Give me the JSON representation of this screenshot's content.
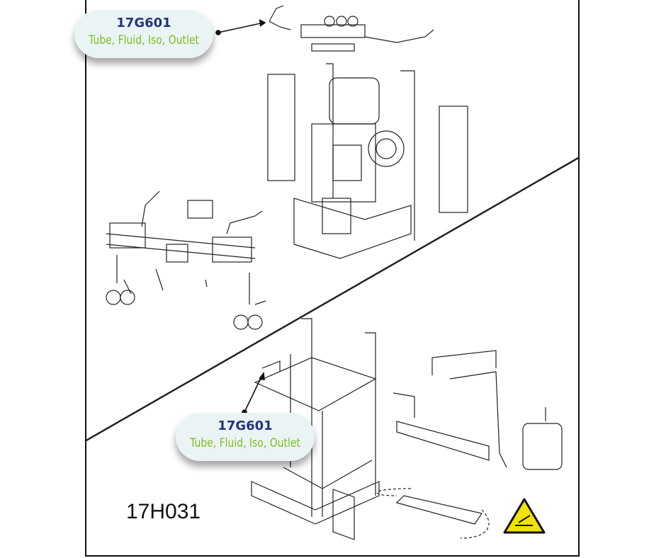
{
  "callouts": [
    {
      "part_number": "17G601",
      "description": "Tube, Fluid, Iso, Outlet"
    },
    {
      "part_number": "17G601",
      "description": "Tube, Fluid, Iso, Outlet"
    }
  ],
  "figure_label": "17H031",
  "colors": {
    "part_number": "#22367a",
    "description": "#7bbf1a",
    "callout_bg": "#ebf4f5",
    "warning": "#f2e200"
  }
}
